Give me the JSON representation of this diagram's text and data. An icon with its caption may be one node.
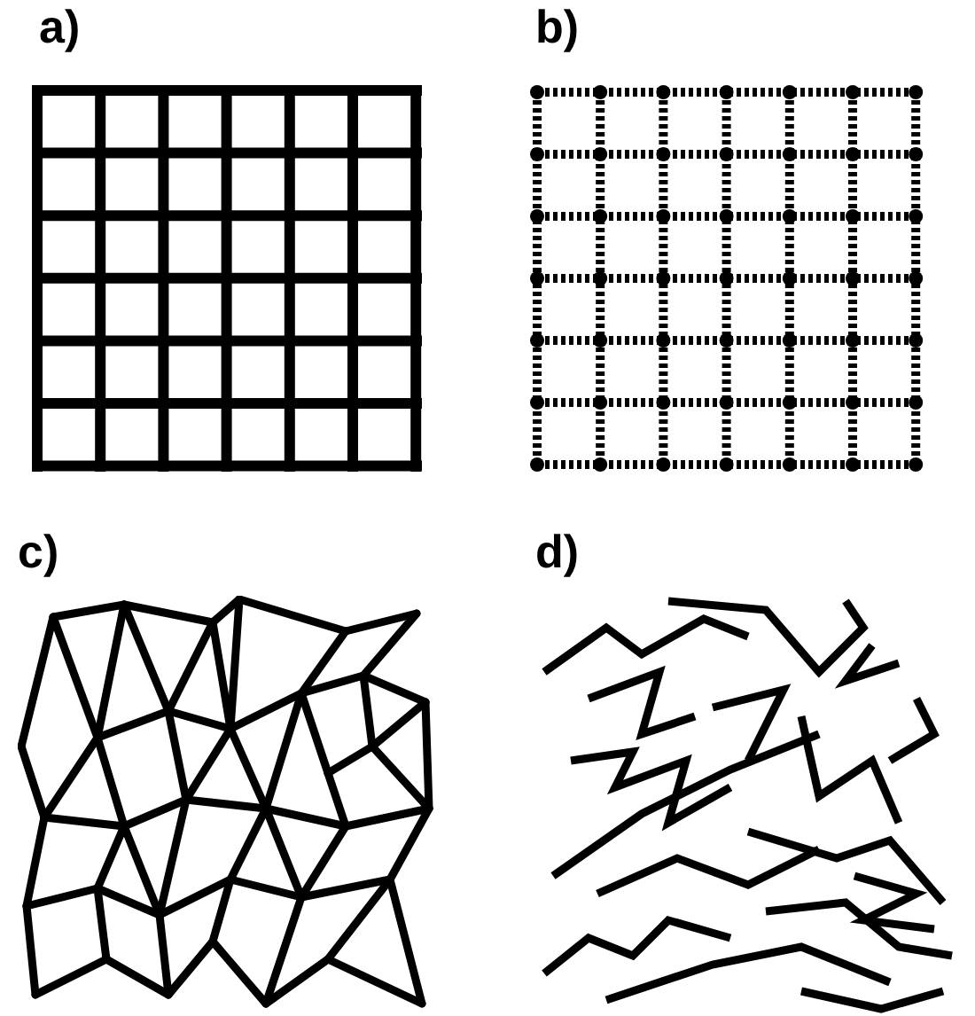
{
  "diagram": {
    "labels": [
      "a)",
      "b)",
      "c)",
      "d)"
    ]
  }
}
